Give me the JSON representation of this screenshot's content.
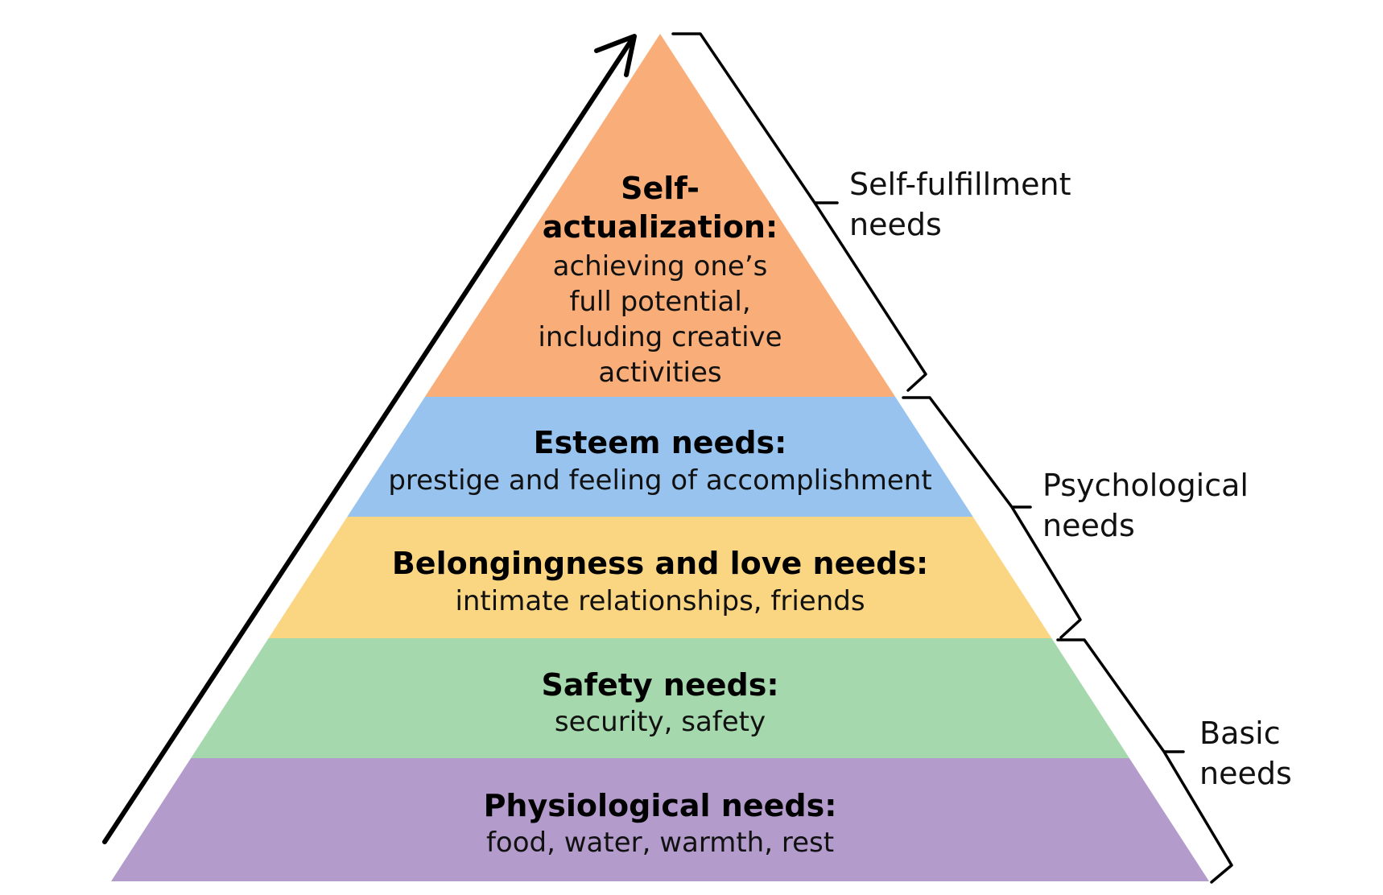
{
  "tiers": [
    {
      "id": "self-actualization",
      "title_lines": [
        "Self-",
        "actualization:"
      ],
      "desc_lines": [
        "achieving one’s",
        "full potential,",
        "including creative",
        "activities"
      ],
      "color": "#F9AE79"
    },
    {
      "id": "esteem",
      "title_lines": [
        "Esteem needs:"
      ],
      "desc_lines": [
        "prestige and feeling of accomplishment"
      ],
      "color": "#97C3EE"
    },
    {
      "id": "belongingness",
      "title_lines": [
        "Belongingness and love needs:"
      ],
      "desc_lines": [
        "intimate relationships, friends"
      ],
      "color": "#FBD682"
    },
    {
      "id": "safety",
      "title_lines": [
        "Safety needs:"
      ],
      "desc_lines": [
        "security, safety"
      ],
      "color": "#A6D8AD"
    },
    {
      "id": "physiological",
      "title_lines": [
        "Physiological needs:"
      ],
      "desc_lines": [
        "food, water, warmth, rest"
      ],
      "color": "#B39BCB"
    }
  ],
  "groups": [
    {
      "id": "self-fulfillment",
      "label_lines": [
        "Self-fulfillment",
        "needs"
      ]
    },
    {
      "id": "psychological",
      "label_lines": [
        "Psychological",
        "needs"
      ]
    },
    {
      "id": "basic",
      "label_lines": [
        "Basic",
        "needs"
      ]
    }
  ]
}
